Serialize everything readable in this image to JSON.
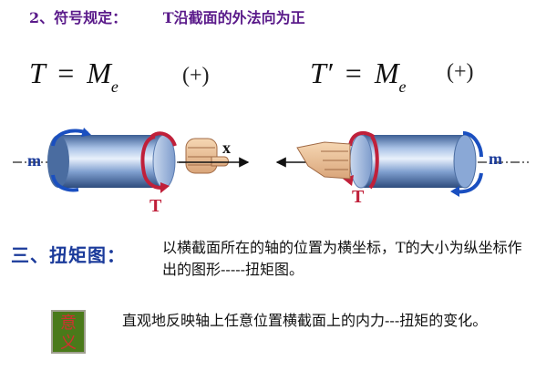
{
  "header": {
    "heading": "2、符号规定：",
    "rule": "T沿截面的外法向为正"
  },
  "diagram": {
    "left": {
      "formula_lhs": "T",
      "formula_eq": "=",
      "formula_rhs": "M",
      "formula_sub": "e",
      "sign": "(+)",
      "label_m": "m",
      "label_T": "T",
      "label_x": "x"
    },
    "right": {
      "formula_lhs": "T′",
      "formula_eq": "=",
      "formula_rhs": "M",
      "formula_sub": "e",
      "sign": "(+)",
      "label_m": "m",
      "label_T": "T"
    },
    "colors": {
      "shaft": "#6f8fbf",
      "arrow_blue": "#1a4fc0",
      "arrow_red": "#c0203a",
      "label_red": "#c0203a",
      "label_blue": "#1a3a9a"
    }
  },
  "section": {
    "title": "三、扭矩图：",
    "text": "以横截面所在的轴的位置为横坐标，T的大小为纵坐标作出的图形-----扭矩图。"
  },
  "meaning": {
    "badge_char1": "意",
    "badge_char2": "义",
    "text": "直观地反映轴上任意位置横截面上的内力---扭矩的变化。"
  }
}
